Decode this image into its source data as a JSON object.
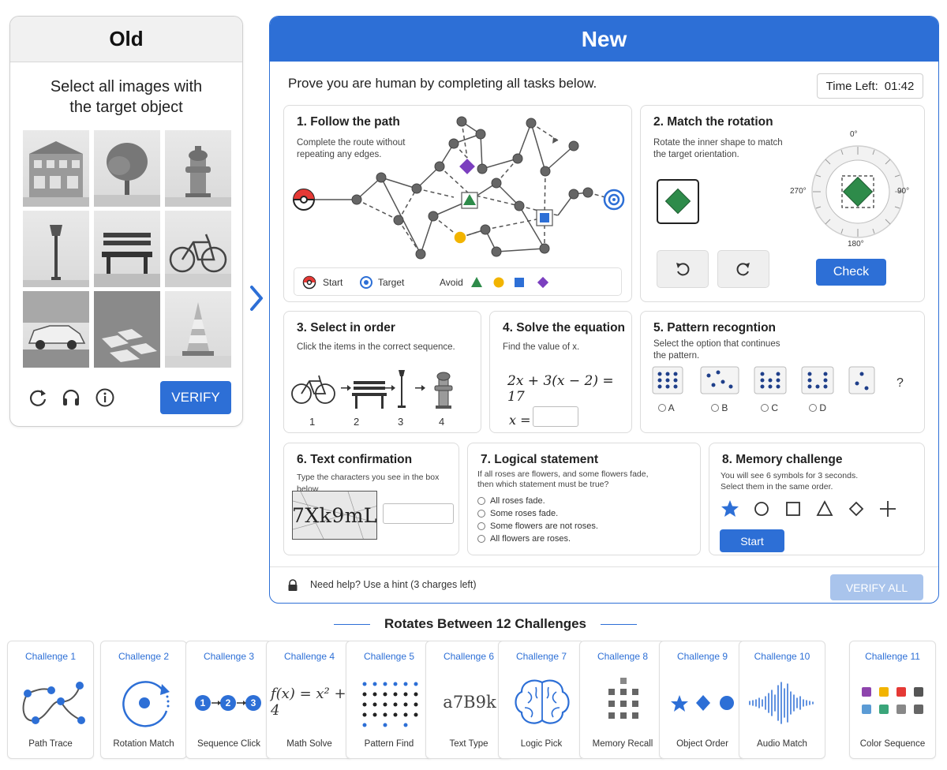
{
  "old": {
    "title": "Old",
    "prompt_line1": "Select all images with",
    "prompt_line2": "the target object",
    "tiles": [
      "building",
      "tree",
      "fire-hydrant",
      "street-lamp",
      "bench",
      "bicycle",
      "car",
      "crosswalk",
      "traffic-cone"
    ],
    "verify_label": "VERIFY"
  },
  "new": {
    "title": "New",
    "subtitle": "Prove you are human by completing all tasks below.",
    "timer_label": "Time Left:",
    "timer_value": "01:42",
    "card1": {
      "title": "1. Follow the path",
      "desc_line1": "Complete the route without",
      "desc_line2": "repeating any edges.",
      "legend_start": "Start",
      "legend_target": "Target",
      "legend_avoid": "Avoid"
    },
    "card2": {
      "title": "2. Match the rotation",
      "desc_line1": "Rotate the inner shape to match",
      "desc_line2": "the target orientation.",
      "dial_0": "0°",
      "dial_90": "90°",
      "dial_180": "180°",
      "dial_270": "270°",
      "check_label": "Check"
    },
    "card3": {
      "title": "3. Select in order",
      "desc": "Click the items in the correct sequence.",
      "items": [
        "1",
        "2",
        "3",
        "4"
      ]
    },
    "card4": {
      "title": "4. Solve the equation",
      "desc": "Find the value of x.",
      "equation": "2x + 3(x − 2) = 17",
      "answer_label": "x ="
    },
    "card5": {
      "title": "5. Pattern recognition",
      "title_as_shown": "5. Pattern recogntion",
      "desc_line1": "Select the option that continues",
      "desc_line2": "the pattern.",
      "options": [
        "A",
        "B",
        "C",
        "D"
      ],
      "question": "?"
    },
    "card6": {
      "title": "6. Text confirmation",
      "desc": "Type the characters you see in the box below.",
      "captcha": "7Xk9mL"
    },
    "card7": {
      "title": "7. Logical statement",
      "desc_line1": "If all roses are flowers, and some flowers fade,",
      "desc_line2": "then which statement must be true?",
      "options": [
        "All roses fade.",
        "Some roses fade.",
        "Some flowers are not roses.",
        "All flowers are roses."
      ]
    },
    "card8": {
      "title": "8. Memory challenge",
      "desc_line1": "You will see 6 symbols for 3 seconds.",
      "desc_line2": "Select them in the same order.",
      "start_label": "Start"
    },
    "help_text": "Need help?  Use a hint  (3 charges left)",
    "verify_all_label": "VERIFY ALL"
  },
  "strip": {
    "title": "Rotates Between 12 Challenges",
    "challenges": [
      {
        "title": "Challenge 1",
        "label": "Path Trace"
      },
      {
        "title": "Challenge 2",
        "label": "Rotation Match"
      },
      {
        "title": "Challenge 3",
        "label": "Sequence Click"
      },
      {
        "title": "Challenge 4",
        "label": "Math Solve"
      },
      {
        "title": "Challenge 5",
        "label": "Pattern Find"
      },
      {
        "title": "Challenge 6",
        "label": "Text Type"
      },
      {
        "title": "Challenge 7",
        "label": "Logic Pick"
      },
      {
        "title": "Challenge 8",
        "label": "Memory Recall"
      },
      {
        "title": "Challenge 9",
        "label": "Object Order"
      },
      {
        "title": "Challenge 10",
        "label": "Audio Match"
      },
      {
        "title": "Challenge 11",
        "label": "Color Sequence"
      }
    ],
    "ch3_seq": [
      "1",
      "2",
      "3"
    ],
    "ch4_formula": "f(x) = x² + 4",
    "ch6_text": "a7B9k"
  },
  "colors": {
    "primary": "#2d6fd6",
    "avoid_green": "#2e8b4a",
    "avoid_yellow": "#f2b400",
    "avoid_blue": "#2d6fd6",
    "avoid_purple": "#7b3fbf"
  }
}
